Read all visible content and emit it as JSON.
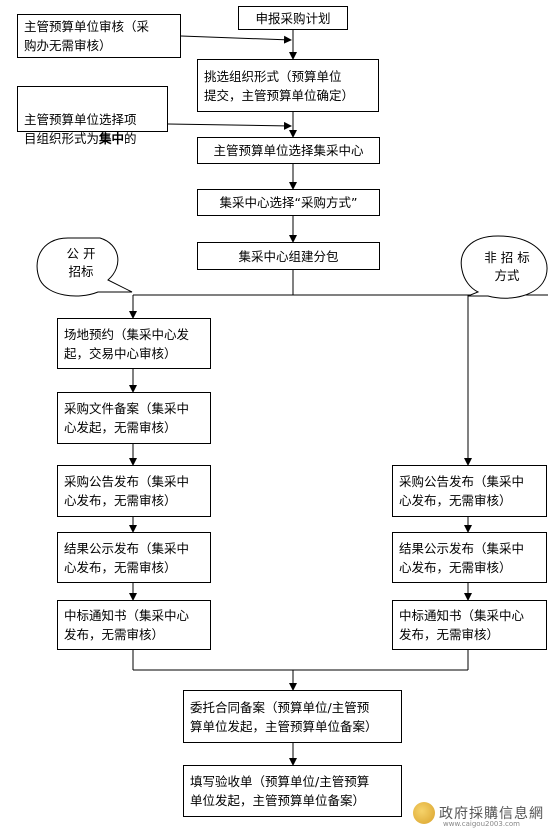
{
  "flow": {
    "submit_plan": "申报采购计划",
    "choose_form": "挑选组织形式（预算单位\n提交，主管预算单位确定）",
    "choose_center": "主管预算单位选择集采中心",
    "center_method": "集采中心选择“采购方式”",
    "center_package": "集采中心组建分包"
  },
  "side_notes": {
    "audit_note": "主管预算单位审核（采\n购办无需审核）",
    "select_note_prefix": "主管预算单位选择项\n目组织形式为",
    "select_note_bold": "集中",
    "select_note_suffix": "的"
  },
  "bubbles": {
    "left": "公   开\n招标",
    "right": "非 招 标\n方式"
  },
  "left_branch": {
    "venue": "场地预约（集采中心发\n起，交易中心审核）",
    "file_record": "采购文件备案（集采中\n心发起，无需审核）",
    "announce": "采购公告发布（集采中\n心发布，无需审核）",
    "result": "结果公示发布（集采中\n心发布，无需审核）",
    "notice": "中标通知书（集采中心\n发布，无需审核）"
  },
  "right_branch": {
    "announce": "采购公告发布（集采中\n心发布，无需审核）",
    "result": "结果公示发布（集采中\n心发布，无需审核）",
    "notice": "中标通知书（集采中心\n发布，无需审核）"
  },
  "final": {
    "contract": "委托合同备案（预算单位/主管预\n算单位发起，主管预算单位备案）",
    "acceptance": "填写验收单（预算单位/主管预算\n单位发起，主管预算单位备案）"
  },
  "watermark": {
    "text": "政府採購信息網",
    "url": "www.caigou2003.com"
  }
}
